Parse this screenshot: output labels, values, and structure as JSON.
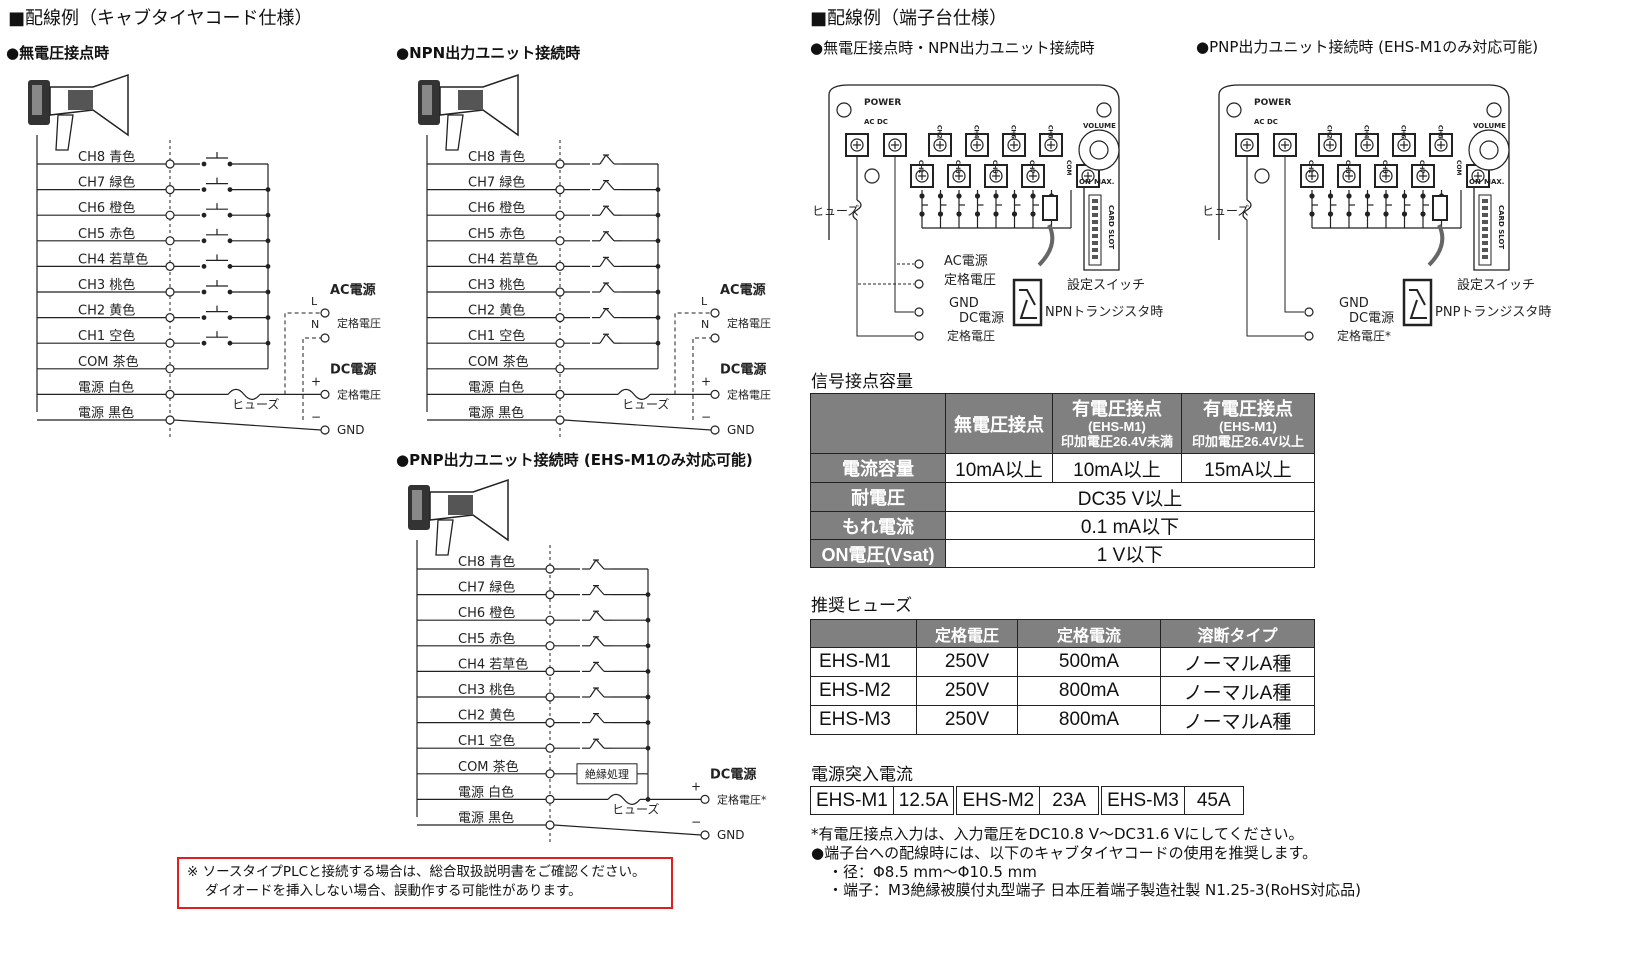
{
  "left": {
    "title": "■配線例（キャブタイヤコード仕様）",
    "diagrams": [
      {
        "title": "●無電圧接点時",
        "type": "dry"
      },
      {
        "title": "●NPN出力ユニット接続時",
        "type": "npn"
      },
      {
        "title": "●PNP出力ユニット接続時 (EHS-M1のみ対応可能)",
        "type": "pnp"
      }
    ],
    "wires": [
      "CH8 青色",
      "CH7 緑色",
      "CH6 橙色",
      "CH5 赤色",
      "CH4 若草色",
      "CH3 桃色",
      "CH2 黄色",
      "CH1 空色",
      "COM 茶色",
      "電源 白色",
      "電源 黒色"
    ],
    "ac_label": "AC電源",
    "dc_label": "DC電源",
    "rated_voltage": "定格電圧",
    "rated_voltage_star": "定格電圧*",
    "gnd": "GND",
    "fuse": "ヒューズ",
    "L": "L",
    "N": "N",
    "plus": "+",
    "minus": "−",
    "insulation": "絶縁処理",
    "warning": [
      "※ ソースタイプPLCと接続する場合は、総合取扱説明書をご確認ください。",
      "ダイオードを挿入しない場合、誤動作する可能性があります。"
    ]
  },
  "right": {
    "title": "■配線例（端子台仕様）",
    "sub1": "●無電圧接点時・NPN出力ユニット接続時",
    "sub2": "●PNP出力ユニット接続時 (EHS-M1のみ対応可能)",
    "terminal": {
      "power": "POWER",
      "acdc": "AC DC",
      "volume": "VOLUME",
      "on": "ON",
      "max": "MAX.",
      "card_slot": "CARD SLOT",
      "channels": [
        "CH1",
        "CH2",
        "CH3",
        "CH4",
        "CH5",
        "CH6",
        "CH7",
        "CH8",
        "COM"
      ],
      "fuse": "ヒューズ",
      "setting_switch": "設定スイッチ",
      "ac": "AC電源",
      "rated": "定格電圧",
      "rated_star": "定格電圧*",
      "gnd": "GND",
      "dc": "DC電源",
      "npn": "NPNトランジスタ時",
      "pnp": "PNPトランジスタ時"
    },
    "contact_table": {
      "title": "信号接点容量",
      "headers": [
        "",
        "無電圧接点",
        "有電圧接点",
        "有電圧接点"
      ],
      "header_sub": [
        "(EHS-M1)",
        "印加電圧26.4V未満",
        "(EHS-M1)",
        "印加電圧26.4V以上"
      ],
      "rows": [
        {
          "label": "電流容量",
          "values": [
            "10mA以上",
            "10mA以上",
            "15mA以上"
          ]
        },
        {
          "label": "耐電圧",
          "value": "DC35 V以上"
        },
        {
          "label": "もれ電流",
          "value": "0.1 mA以下"
        },
        {
          "label": "ON電圧(Vsat)",
          "value": "1 V以下"
        }
      ]
    },
    "fuse_table": {
      "title": "推奨ヒューズ",
      "headers": [
        "",
        "定格電圧",
        "定格電流",
        "溶断タイプ"
      ],
      "rows": [
        [
          "EHS-M1",
          "250V",
          "500mA",
          "ノーマルA種"
        ],
        [
          "EHS-M2",
          "250V",
          "800mA",
          "ノーマルA種"
        ],
        [
          "EHS-M3",
          "250V",
          "800mA",
          "ノーマルA種"
        ]
      ]
    },
    "inrush": {
      "title": "電源突入電流",
      "cells": [
        "EHS-M1",
        "12.5A",
        "EHS-M2",
        "23A",
        "EHS-M3",
        "45A"
      ]
    },
    "notes": [
      "*有電圧接点入力は、入力電圧をDC10.8 V～DC31.6 Vにしてください。",
      "●端子台への配線時には、以下のキャブタイヤコードの使用を推奨します。",
      "・径：Φ8.5 mm～Φ10.5 mm",
      "・端子：M3絶縁被膜付丸型端子 日本圧着端子製造社製 N1.25-3(RoHS対応品)"
    ]
  },
  "colors": {
    "header_gray": "#808080",
    "warning_red": "#e0201e"
  }
}
